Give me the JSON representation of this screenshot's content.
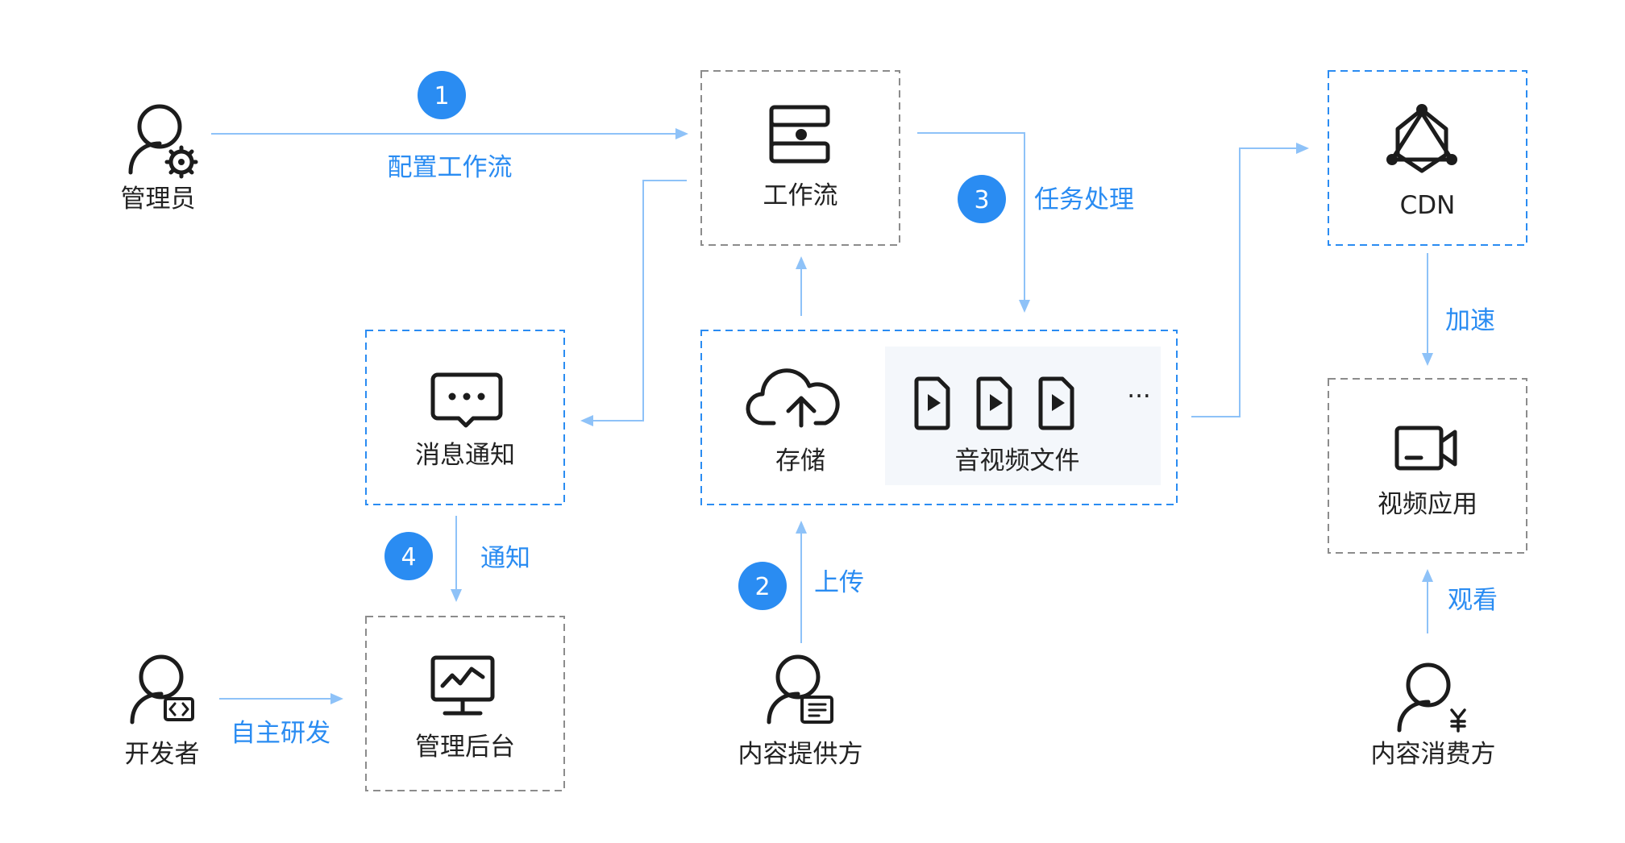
{
  "nodes": {
    "admin": "管理员",
    "workflow": "工作流",
    "cdn": "CDN",
    "message": "消息通知",
    "storage": "存储",
    "media_files": "音视频文件",
    "more": "···",
    "video_app": "视频应用",
    "developer": "开发者",
    "console": "管理后台",
    "content_provider": "内容提供方",
    "content_consumer": "内容消费方"
  },
  "edges": {
    "configure_workflow": "配置工作流",
    "task_processing": "任务处理",
    "upload": "上传",
    "notify": "通知",
    "self_develop": "自主研发",
    "accelerate": "加速",
    "watch": "观看"
  },
  "steps": [
    "1",
    "2",
    "3",
    "4"
  ],
  "icons": {
    "admin": "user-gear-icon",
    "workflow": "workflow-icon",
    "cdn": "cdn-triangle-icon",
    "message": "chat-bubble-icon",
    "storage": "cloud-upload-icon",
    "media": "video-file-icon",
    "video_app": "video-camera-icon",
    "developer": "user-code-icon",
    "console": "monitor-chart-icon",
    "content_provider": "user-document-icon",
    "content_consumer": "user-yen-icon"
  },
  "colors": {
    "accent": "#2a8cf2",
    "connector": "#8ec2f8",
    "text": "#222222",
    "workflow_fill": "#f7f7f7",
    "media_fill": "#f4f7fb"
  }
}
